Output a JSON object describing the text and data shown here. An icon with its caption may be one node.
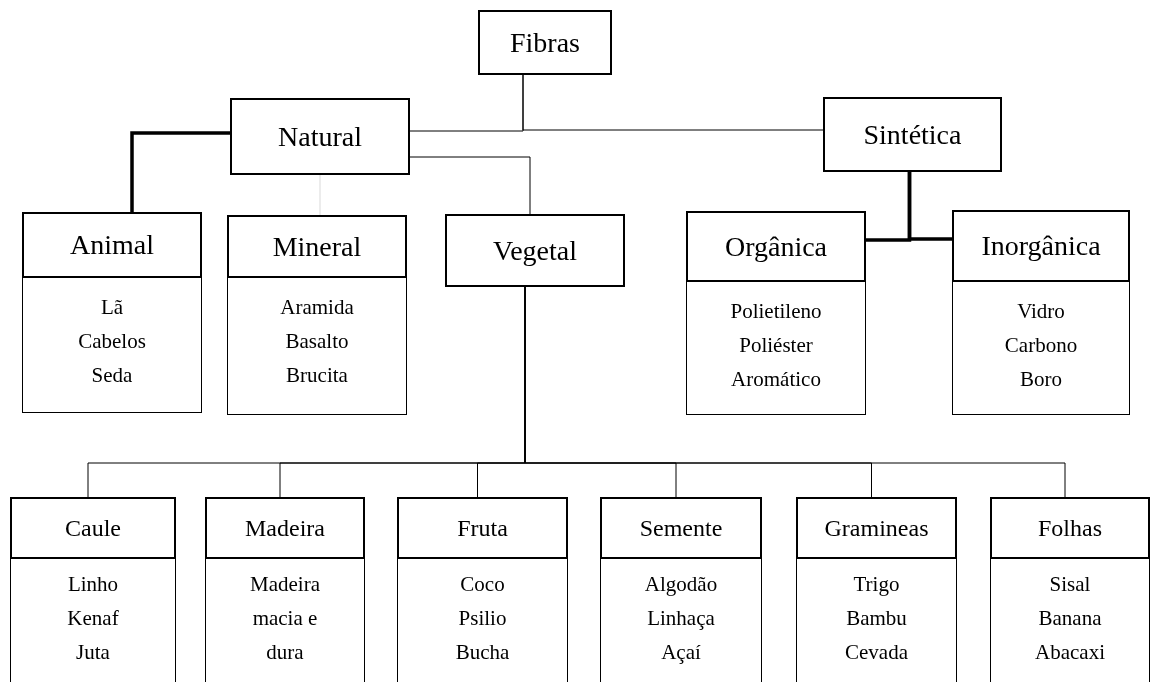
{
  "diagram": {
    "nodes": [
      {
        "text": [
          "Fibras"
        ]
      },
      {
        "text": [
          "Natural"
        ]
      },
      {
        "text": [
          "Sintética"
        ]
      },
      {
        "text": [
          "Animal"
        ]
      },
      {
        "text": [
          "Lã",
          "Cabelos",
          "Seda"
        ]
      },
      {
        "text": [
          "Mineral"
        ]
      },
      {
        "text": [
          "Aramida",
          "Basalto",
          "Brucita"
        ]
      },
      {
        "text": [
          "Vegetal"
        ]
      },
      {
        "text": [
          "Orgânica"
        ]
      },
      {
        "text": [
          "Polietileno",
          "Poliéster",
          "Aromático"
        ]
      },
      {
        "text": [
          "Inorgânica"
        ]
      },
      {
        "text": [
          "Vidro",
          "Carbono",
          "Boro"
        ]
      },
      {
        "text": [
          "Caule"
        ]
      },
      {
        "text": [
          "Linho",
          "Kenaf",
          "Juta"
        ]
      },
      {
        "text": [
          "Madeira"
        ]
      },
      {
        "text": [
          "Madeira macia e dura"
        ]
      },
      {
        "text": [
          "Fruta"
        ]
      },
      {
        "text": [
          "Coco",
          "Psilio",
          "Bucha"
        ]
      },
      {
        "text": [
          "Semente"
        ]
      },
      {
        "text": [
          "Algodão",
          "Linhaça",
          "Açaí"
        ]
      },
      {
        "text": [
          "Gramineas"
        ]
      },
      {
        "text": [
          "Trigo",
          "Bambu",
          "Cevada"
        ]
      },
      {
        "text": [
          "Folhas"
        ]
      },
      {
        "text": [
          "Sisal",
          "Banana",
          "Abacaxi"
        ]
      }
    ],
    "edges": [
      {
        "from": 0,
        "to": 1,
        "arrow": "none"
      },
      {
        "from": 0,
        "to": 2,
        "arrow": "none"
      },
      {
        "from": 1,
        "to": 3,
        "arrow": "none",
        "style": "thick"
      },
      {
        "from": 1,
        "to": 5,
        "arrow": "none",
        "color": "#d9d9d9"
      },
      {
        "from": 1,
        "to": 7,
        "arrow": "none"
      },
      {
        "from": 2,
        "to": 8,
        "arrow": "none",
        "style": "thick"
      },
      {
        "from": 2,
        "to": 10,
        "arrow": "none",
        "style": "thick"
      },
      {
        "from": 7,
        "to": 12,
        "arrow": "none"
      },
      {
        "from": 7,
        "to": 14,
        "arrow": "none"
      },
      {
        "from": 7,
        "to": 16,
        "arrow": "none"
      },
      {
        "from": 7,
        "to": 18,
        "arrow": "none"
      },
      {
        "from": 7,
        "to": 20,
        "arrow": "none"
      },
      {
        "from": 7,
        "to": 22,
        "arrow": "none"
      }
    ]
  }
}
